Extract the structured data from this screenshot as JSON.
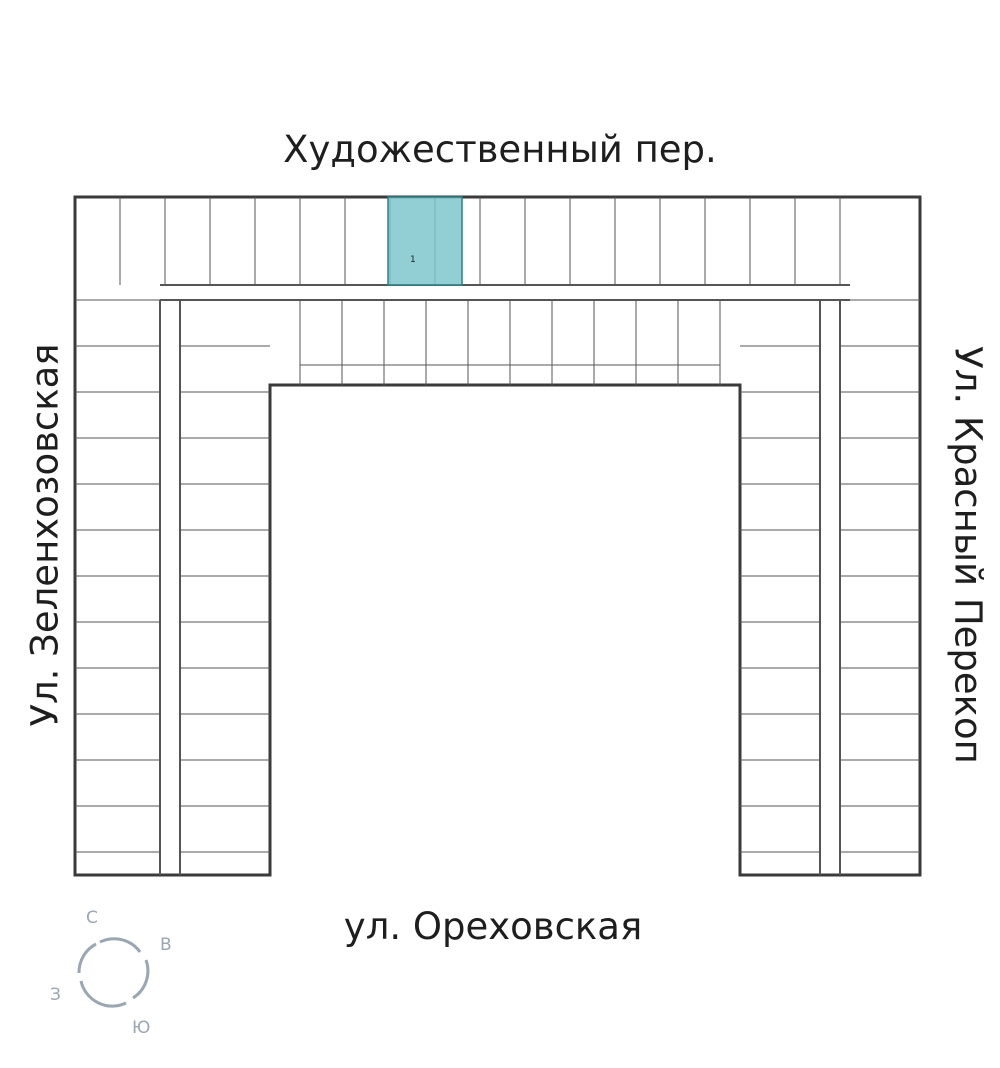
{
  "streets": {
    "top": "Художественный пер.",
    "bottom": "ул. Ореховская",
    "left": "Ул. Зеленхозовская",
    "right": "Ул. Красный Перекоп"
  },
  "compass": {
    "north": "С",
    "east": "В",
    "south": "Ю",
    "west": "З"
  },
  "selected_apartment": {
    "rooms": "1",
    "highlight_color": "#7ec7cc"
  },
  "colors": {
    "wall": "#3a3a3a",
    "compass": "#9aa6b2"
  }
}
